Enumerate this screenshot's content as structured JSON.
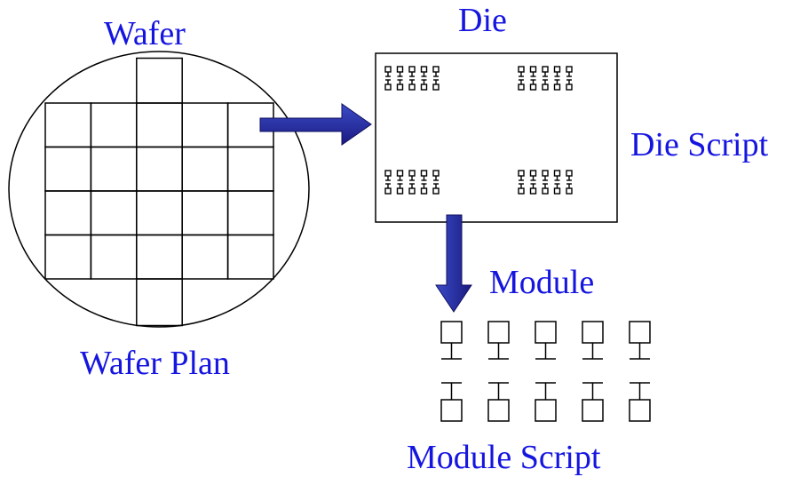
{
  "labels": {
    "wafer": "Wafer",
    "wafer_plan": "Wafer Plan",
    "die": "Die",
    "die_script": "Die Script",
    "module": "Module",
    "module_script": "Module Script"
  },
  "colors": {
    "text": "#1515e0",
    "arrow": "#1a1a80",
    "arrow_highlight": "#3c4cc8",
    "line": "#000000"
  },
  "icons": {
    "wafer": "wafer-icon",
    "die": "die-icon",
    "module": "module-icon",
    "arrow_right": "arrow-right-icon",
    "arrow_down": "arrow-down-icon"
  },
  "wafer_grid": {
    "rows": 4,
    "columns": 5,
    "extra_top_cells": 1,
    "extra_bottom_cells": 1
  },
  "die_module_groups": 4,
  "modules_per_group": 5,
  "module_rows": 2
}
